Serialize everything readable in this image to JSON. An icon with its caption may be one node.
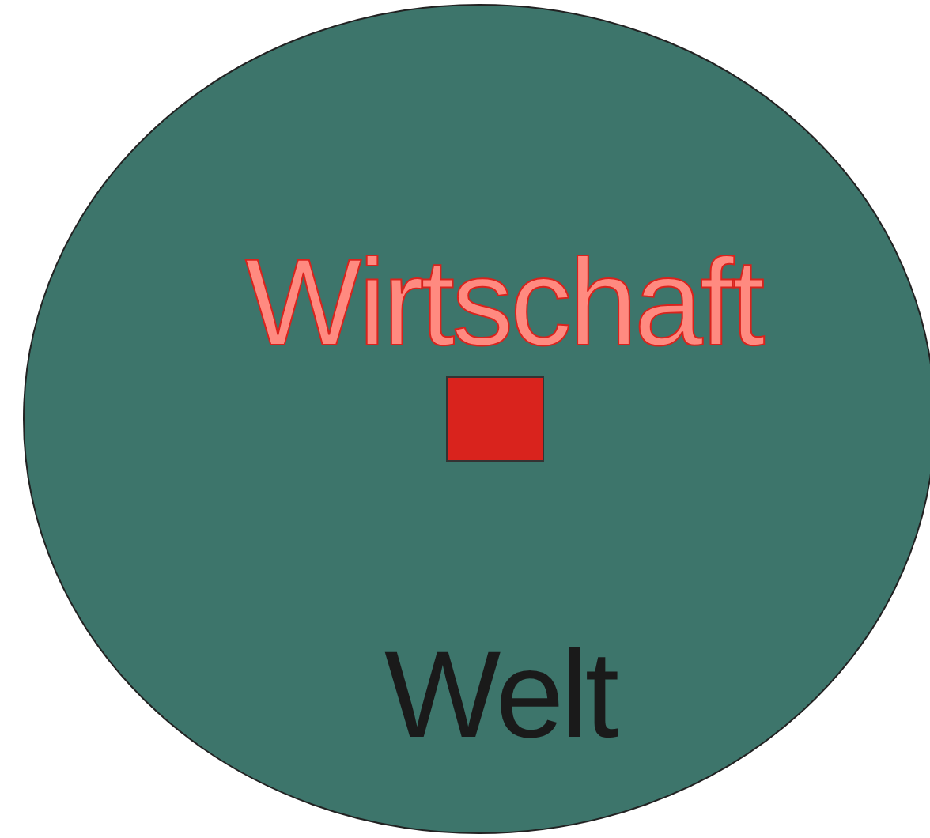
{
  "diagram": {
    "nodes": [
      {
        "text": [
          "Welt"
        ]
      },
      {
        "text": [
          "Wirtschaft"
        ],
        "in": 0
      }
    ]
  }
}
